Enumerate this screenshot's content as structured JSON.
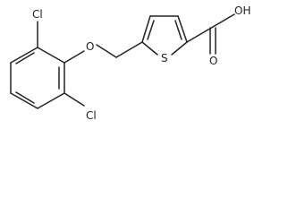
{
  "structure": {
    "atom_labels": {
      "chlorine_top": "Cl",
      "chlorine_bottom": "Cl",
      "ether_oxygen": "O",
      "sulfur": "S",
      "hydroxyl": "OH",
      "carbonyl_oxygen": "O"
    }
  },
  "colors": {
    "ink": "#222222",
    "background": "#ffffff"
  }
}
